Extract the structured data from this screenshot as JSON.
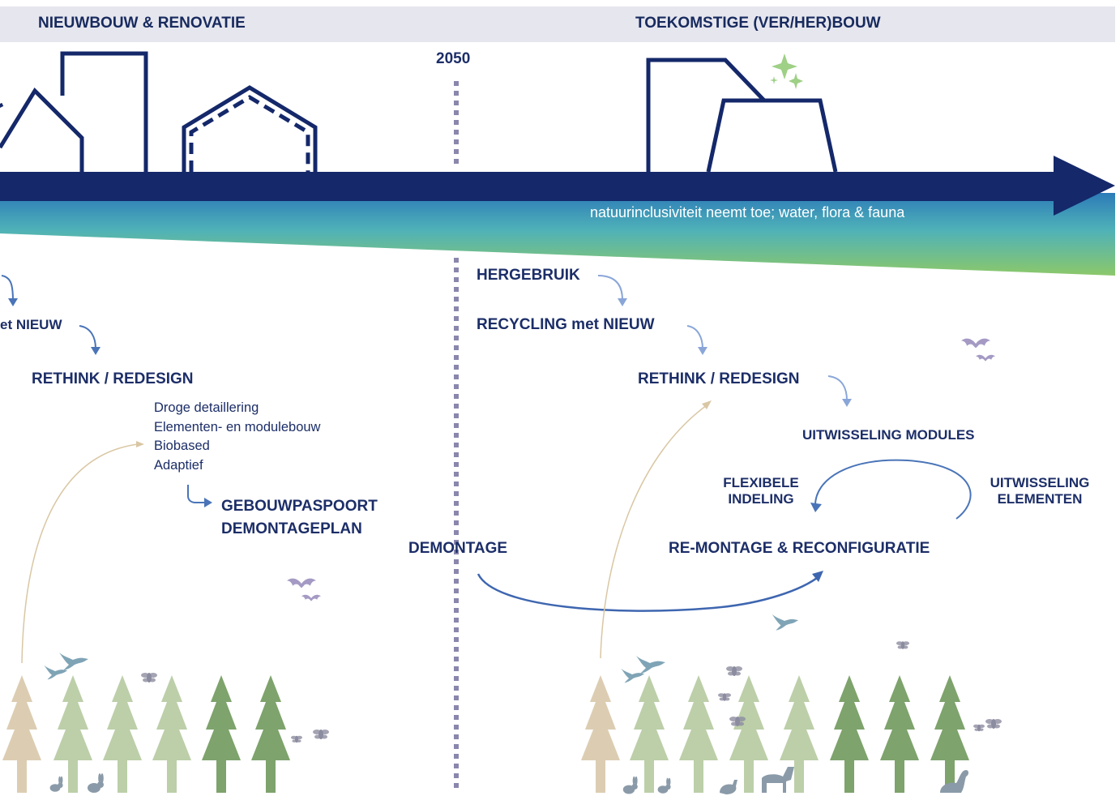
{
  "header": {
    "left_title": "NIEUWBOUW & RENOVATIE",
    "right_title": "TOEKOMSTIGE (VER/HER)BOUW"
  },
  "timeline": {
    "year_label": "2050",
    "arrow_caption": "natuurinclusiviteit neemt toe; water, flora & fauna"
  },
  "left": {
    "recycling": "et NIEUW",
    "rethink": "RETHINK / REDESIGN",
    "design_items": [
      "Droge detaillering",
      "Elementen-  en modulebouw",
      "Biobased",
      "Adaptief"
    ],
    "passport_line1": "GEBOUWPASPOORT",
    "passport_line2": "DEMONTAGEPLAN"
  },
  "center": {
    "demontage": "DEMONTAGE"
  },
  "right": {
    "hergebruik": "HERGEBRUIK",
    "recycling": "RECYCLING met NIEUW",
    "rethink": "RETHINK / REDESIGN",
    "modules": "UITWISSELING MODULES",
    "flexibel_line1": "FLEXIBELE",
    "flexibel_line2": "INDELING",
    "elementen_line1": "UITWISSELING",
    "elementen_line2": "ELEMENTEN",
    "remontage": "RE-MONTAGE & RECONFIGURATIE"
  },
  "colors": {
    "navy": "#14286a",
    "blue_arrow": "#4a74b8",
    "light_blue_arrow": "#8aa6d8",
    "tan_arrow": "#d9c7a4",
    "green_gradient_end": "#8cc86a",
    "tree_tan": "#dccdb2",
    "tree_light": "#bccfa9",
    "tree_dark": "#7ea36c",
    "sparkle": "#9ed086",
    "header_band": "#e6e6ee",
    "dotted_line": "#8a87ad"
  },
  "icons": [
    "bat-icon",
    "bird-icon",
    "butterfly-icon",
    "bee-icon",
    "rabbit-icon",
    "horse-icon",
    "duck-icon",
    "dinosaur-icon",
    "sparkle-icon"
  ]
}
